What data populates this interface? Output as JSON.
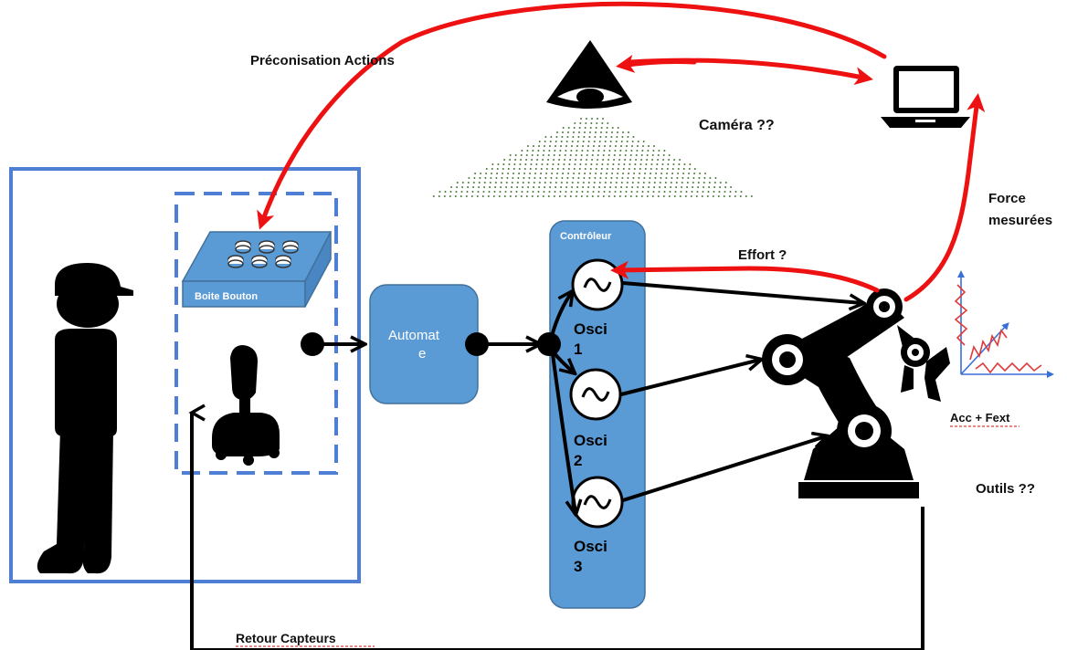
{
  "labels": {
    "preconisation": "Préconisation Actions",
    "camera": "Caméra ??",
    "force_line1": "Force",
    "force_line2": "mesurées",
    "effort": "Effort ?",
    "controleur": "Contrôleur",
    "boite_bouton": "Boite Bouton",
    "automate_line1": "Automat",
    "automate_line2": "e",
    "osci1_line1": "Osci",
    "osci1_line2": "1",
    "osci2_line1": "Osci",
    "osci2_line2": "2",
    "osci3_line1": "Osci",
    "osci3_line2": "3",
    "acc_fext": "Acc + Fext",
    "outils": "Outils ??",
    "retour_capteurs": "Retour Capteurs"
  },
  "colors": {
    "blue_frame": "#4f7fd4",
    "box_fill": "#5b9bd5",
    "box_stroke": "#41719c",
    "controller_fill": "#5b9bd5",
    "red_arrow": "#ee1111",
    "black_arrow": "#000000",
    "dots": "#4a7a3a",
    "signal_red": "#e03a3a",
    "signal_blue": "#3a6fd8"
  },
  "icons": [
    "person-icon",
    "joystick-icon",
    "eye-icon",
    "laptop-icon",
    "robot-arm-icon",
    "sine-wave-icon",
    "signal-plot-icon"
  ]
}
